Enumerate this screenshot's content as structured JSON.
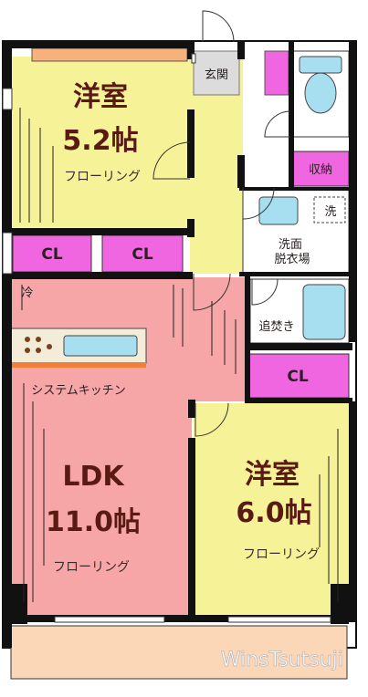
{
  "rooms": {
    "western_room_1": {
      "name": "洋室",
      "size": "5.2帖",
      "floor": "フローリング"
    },
    "western_room_2": {
      "name": "洋室",
      "size": "6.0帖",
      "floor": "フローリング"
    },
    "ldk": {
      "name": "LDK",
      "size": "11.0帖",
      "floor": "フローリング"
    }
  },
  "closets": {
    "cl_1": "CL",
    "cl_2": "CL",
    "cl_3": "CL"
  },
  "labels": {
    "entrance": "玄関",
    "storage": "収納",
    "washroom_line1": "洗面",
    "washroom_line2": "脱衣場",
    "washer": "洗",
    "reheating": "追焚き",
    "fridge": "冷",
    "system_kitchen": "システムキッチン"
  },
  "brand": "WinsTsutsuji",
  "colors": {
    "western_room": "#f6f298",
    "ldk": "#f6a6a6",
    "closet": "#f066e0",
    "wet_area": "#ffffff",
    "bath_fixture": "#a8dff0",
    "balcony": "#fbd7b8",
    "wall": "#111111",
    "storage_accent": "#f4a07a"
  }
}
